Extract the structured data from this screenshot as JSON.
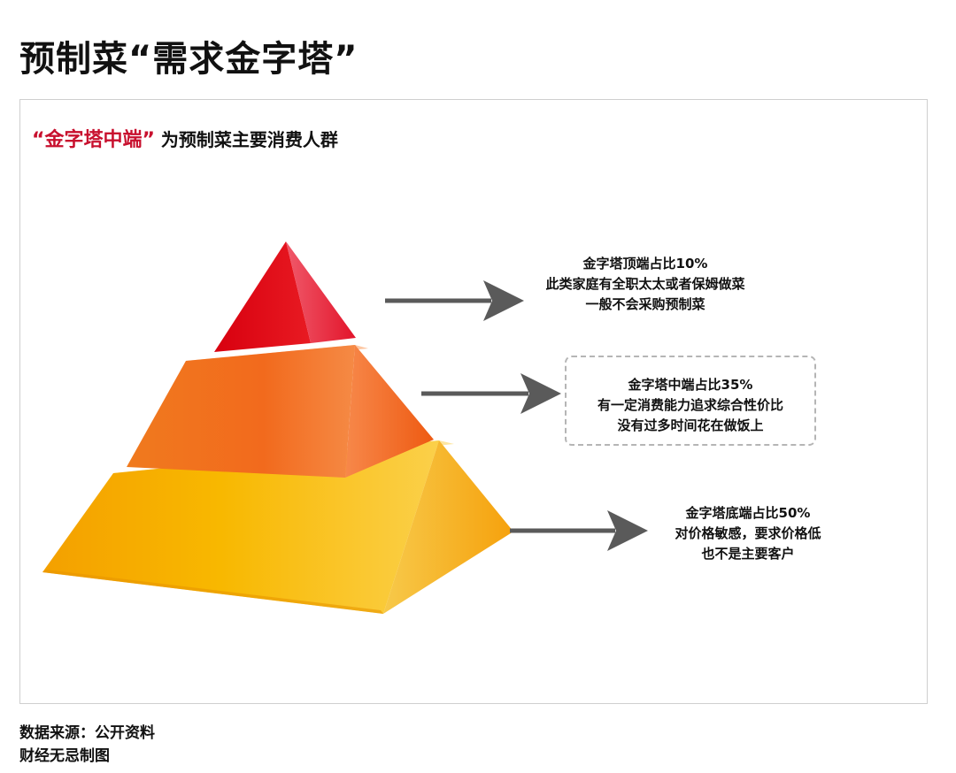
{
  "title": "预制菜“需求金字塔”",
  "subtitle": {
    "highlight": "“金字塔中端”",
    "rest": "为预制菜主要消费人群"
  },
  "tiers": [
    {
      "id": "top",
      "share_percent": 10,
      "color": "#e3101b",
      "lines": [
        "金字塔顶端占比10%",
        "此类家庭有全职太太或者保姆做菜",
        "一般不会采购预制菜"
      ]
    },
    {
      "id": "middle",
      "share_percent": 35,
      "color": "#f26522",
      "lines": [
        "金字塔中端占比35%",
        "有一定消费能力追求综合性价比",
        "没有过多时间花在做饭上"
      ]
    },
    {
      "id": "bottom",
      "share_percent": 50,
      "color": "#f7b500",
      "lines": [
        "金字塔底端占比50%",
        "对价格敏感，要求价格低",
        "也不是主要客户"
      ]
    }
  ],
  "footer": {
    "source": "数据来源：公开资料",
    "credit": "财经无忌制图"
  }
}
